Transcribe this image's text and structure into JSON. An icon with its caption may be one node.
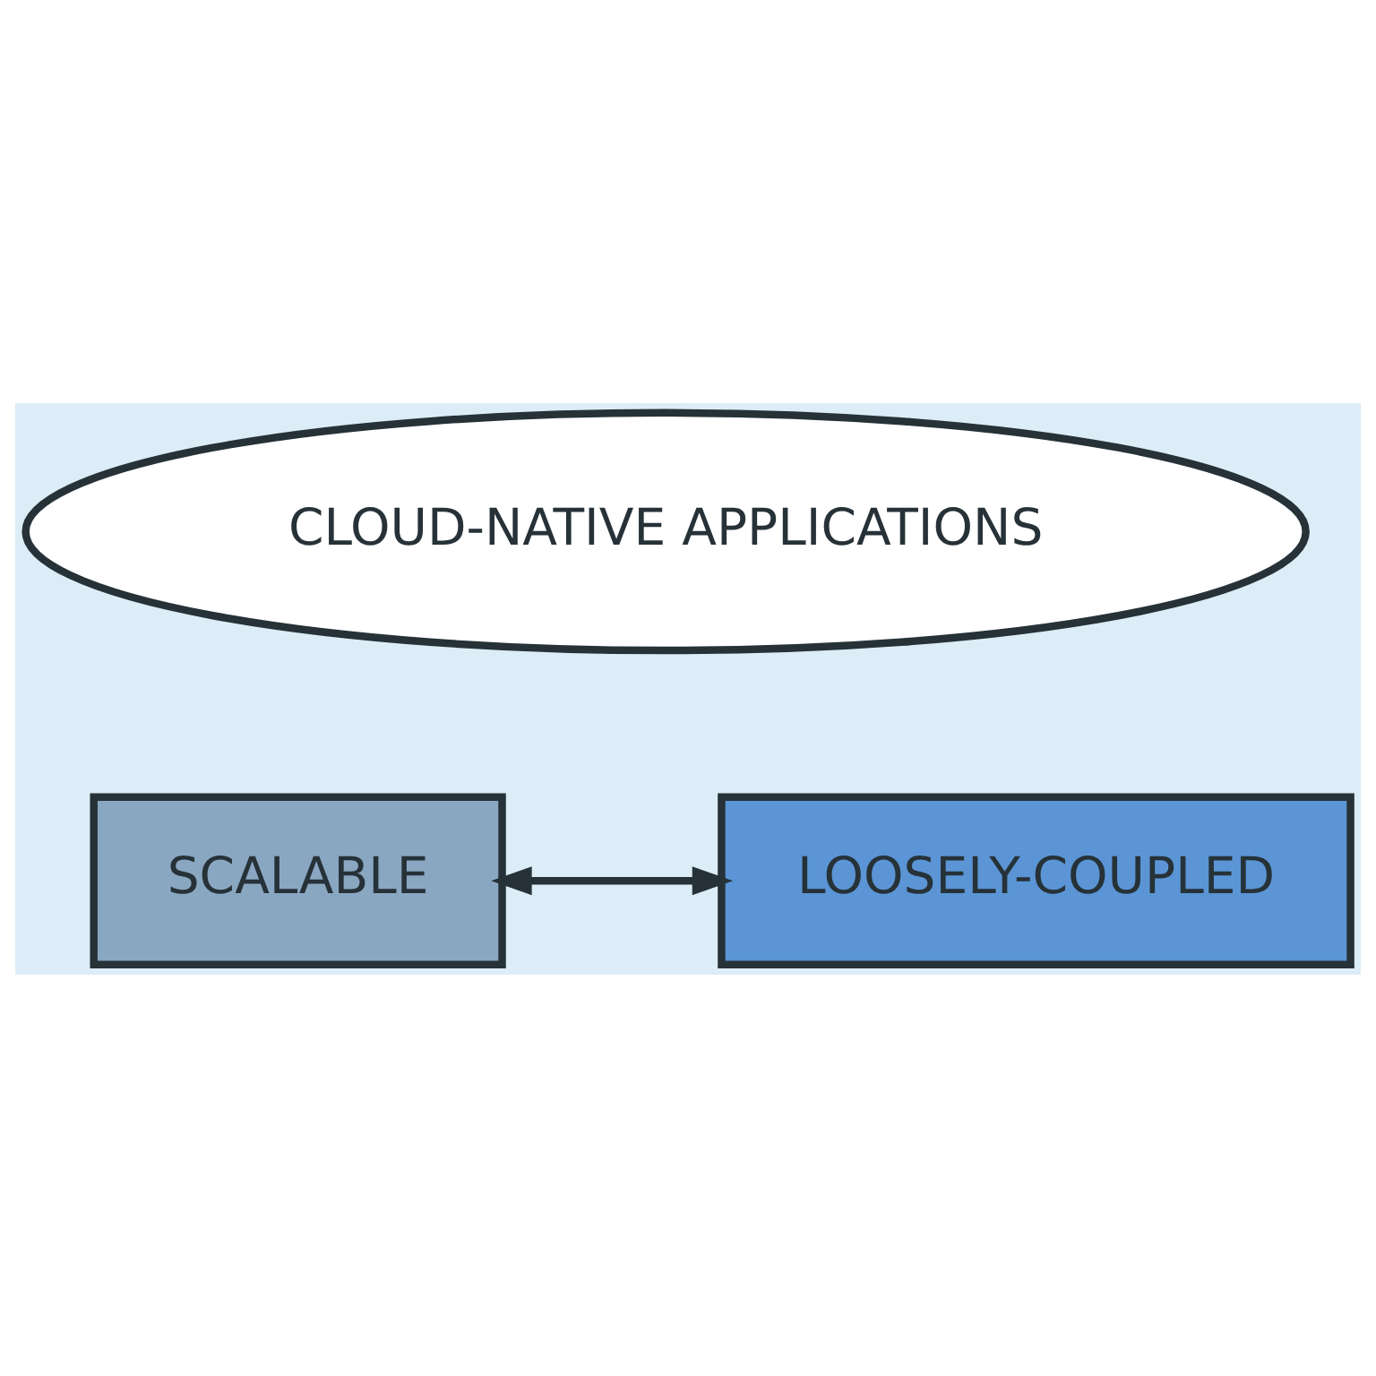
{
  "diagram": {
    "nodes": [
      {
        "text": [
          "CLOUD-NATIVE APPLICATIONS"
        ]
      },
      {
        "text": [
          "SCALABLE"
        ]
      },
      {
        "text": [
          "LOOSELY-COUPLED"
        ]
      }
    ],
    "edges": [
      {
        "from": 1,
        "to": 2,
        "arrow": "both"
      }
    ]
  }
}
